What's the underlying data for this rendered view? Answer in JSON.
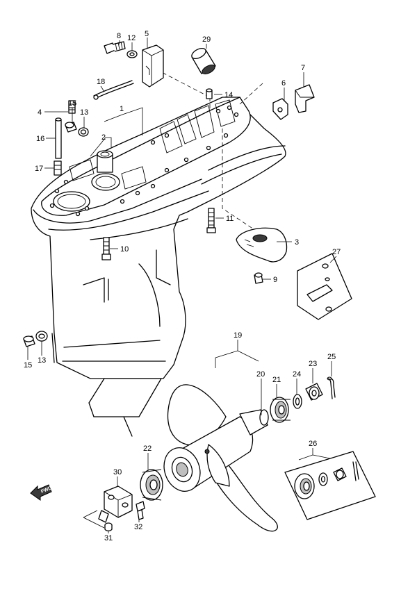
{
  "callouts": [
    {
      "id": "p1",
      "label": "1"
    },
    {
      "id": "p2",
      "label": "2"
    },
    {
      "id": "p3",
      "label": "3"
    },
    {
      "id": "p4",
      "label": "4"
    },
    {
      "id": "p5",
      "label": "5"
    },
    {
      "id": "p6",
      "label": "6"
    },
    {
      "id": "p7",
      "label": "7"
    },
    {
      "id": "p8",
      "label": "8"
    },
    {
      "id": "p9",
      "label": "9"
    },
    {
      "id": "p10",
      "label": "10"
    },
    {
      "id": "p11",
      "label": "11"
    },
    {
      "id": "p12",
      "label": "12"
    },
    {
      "id": "p13a",
      "label": "13"
    },
    {
      "id": "p13b",
      "label": "13"
    },
    {
      "id": "p14",
      "label": "14"
    },
    {
      "id": "p15a",
      "label": "15"
    },
    {
      "id": "p15b",
      "label": "15"
    },
    {
      "id": "p16",
      "label": "16"
    },
    {
      "id": "p17",
      "label": "17"
    },
    {
      "id": "p18",
      "label": "18"
    },
    {
      "id": "p19",
      "label": "19"
    },
    {
      "id": "p20",
      "label": "20"
    },
    {
      "id": "p21",
      "label": "21"
    },
    {
      "id": "p22",
      "label": "22"
    },
    {
      "id": "p23",
      "label": "23"
    },
    {
      "id": "p24",
      "label": "24"
    },
    {
      "id": "p25",
      "label": "25"
    },
    {
      "id": "p26",
      "label": "26"
    },
    {
      "id": "p27",
      "label": "27"
    },
    {
      "id": "p29",
      "label": "29"
    },
    {
      "id": "p30",
      "label": "30"
    },
    {
      "id": "p31",
      "label": "31"
    },
    {
      "id": "p32",
      "label": "32"
    }
  ],
  "fwd_label": "FWD"
}
